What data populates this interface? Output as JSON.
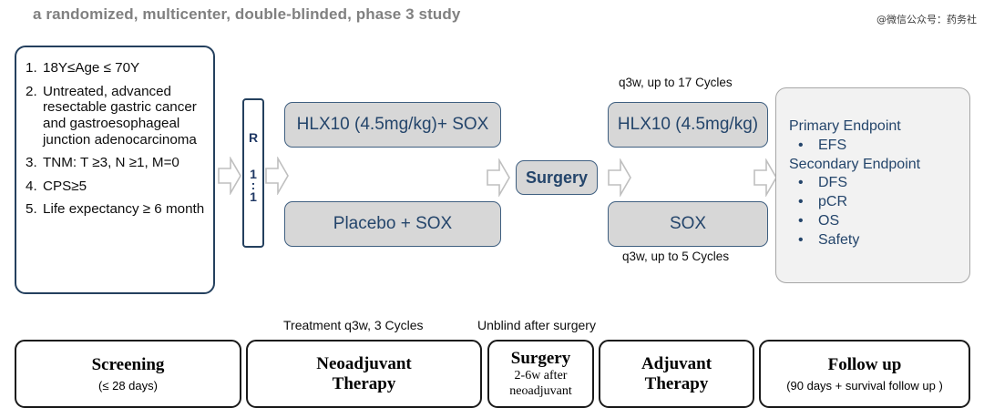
{
  "header": {
    "title": "a randomized, multicenter, double-blinded, phase 3 study",
    "watermark": "@微信公众号：药务社"
  },
  "criteria": {
    "name": "inclusion-criteria",
    "items": [
      {
        "num": "1.",
        "text": "18Y≤Age ≤ 70Y"
      },
      {
        "num": "2.",
        "text": "Untreated, advanced resectable gastric cancer and gastroesophageal junction adenocarcinoma"
      },
      {
        "num": "3.",
        "text": "TNM: T ≥3, N ≥1, M=0"
      },
      {
        "num": "4.",
        "text": "CPS≥5"
      },
      {
        "num": "5.",
        "text": " Life expectancy ≥ 6 month"
      }
    ]
  },
  "randomization": {
    "label": "R",
    "ratio_top": "1",
    "ratio_colon": ":",
    "ratio_bottom": "1"
  },
  "arms": {
    "neoadjuvant_experimental": "HLX10 (4.5mg/kg)+ SOX",
    "neoadjuvant_control": "Placebo + SOX",
    "surgery": "Surgery",
    "adjuvant_experimental": "HLX10 (4.5mg/kg)",
    "adjuvant_control": "SOX",
    "cycles_top": "q3w, up to 17 Cycles",
    "cycles_bottom": "q3w, up to 5 Cycles"
  },
  "endpoints": {
    "primary_title": "Primary Endpoint",
    "primary_items": [
      "EFS"
    ],
    "secondary_title": "Secondary Endpoint",
    "secondary_items": [
      "DFS",
      "pCR",
      "OS",
      "Safety"
    ],
    "bullet": "•"
  },
  "timeline": {
    "notes": {
      "treatment": "Treatment q3w, 3 Cycles",
      "unblind": "Unblind after surgery"
    },
    "phases": [
      {
        "title": "Screening",
        "sub": "(≤ 28 days)"
      },
      {
        "title": "Neoadjuvant\nTherapy",
        "title_line1": "Neoadjuvant",
        "title_line2": "Therapy",
        "sub": ""
      },
      {
        "title": "Surgery",
        "sub_line1": "2-6w after",
        "sub_line2": "neoadjuvant"
      },
      {
        "title_line1": "Adjuvant",
        "title_line2": "Therapy",
        "sub": ""
      },
      {
        "title": "Follow up",
        "sub": "(90 days + survival follow up )"
      }
    ]
  },
  "colors": {
    "navy_border": "#24405e",
    "navy_text": "#24456b",
    "box_gray": "#d7d7d7",
    "endpoint_bg": "#f2f2f2",
    "title_gray": "#808080"
  }
}
